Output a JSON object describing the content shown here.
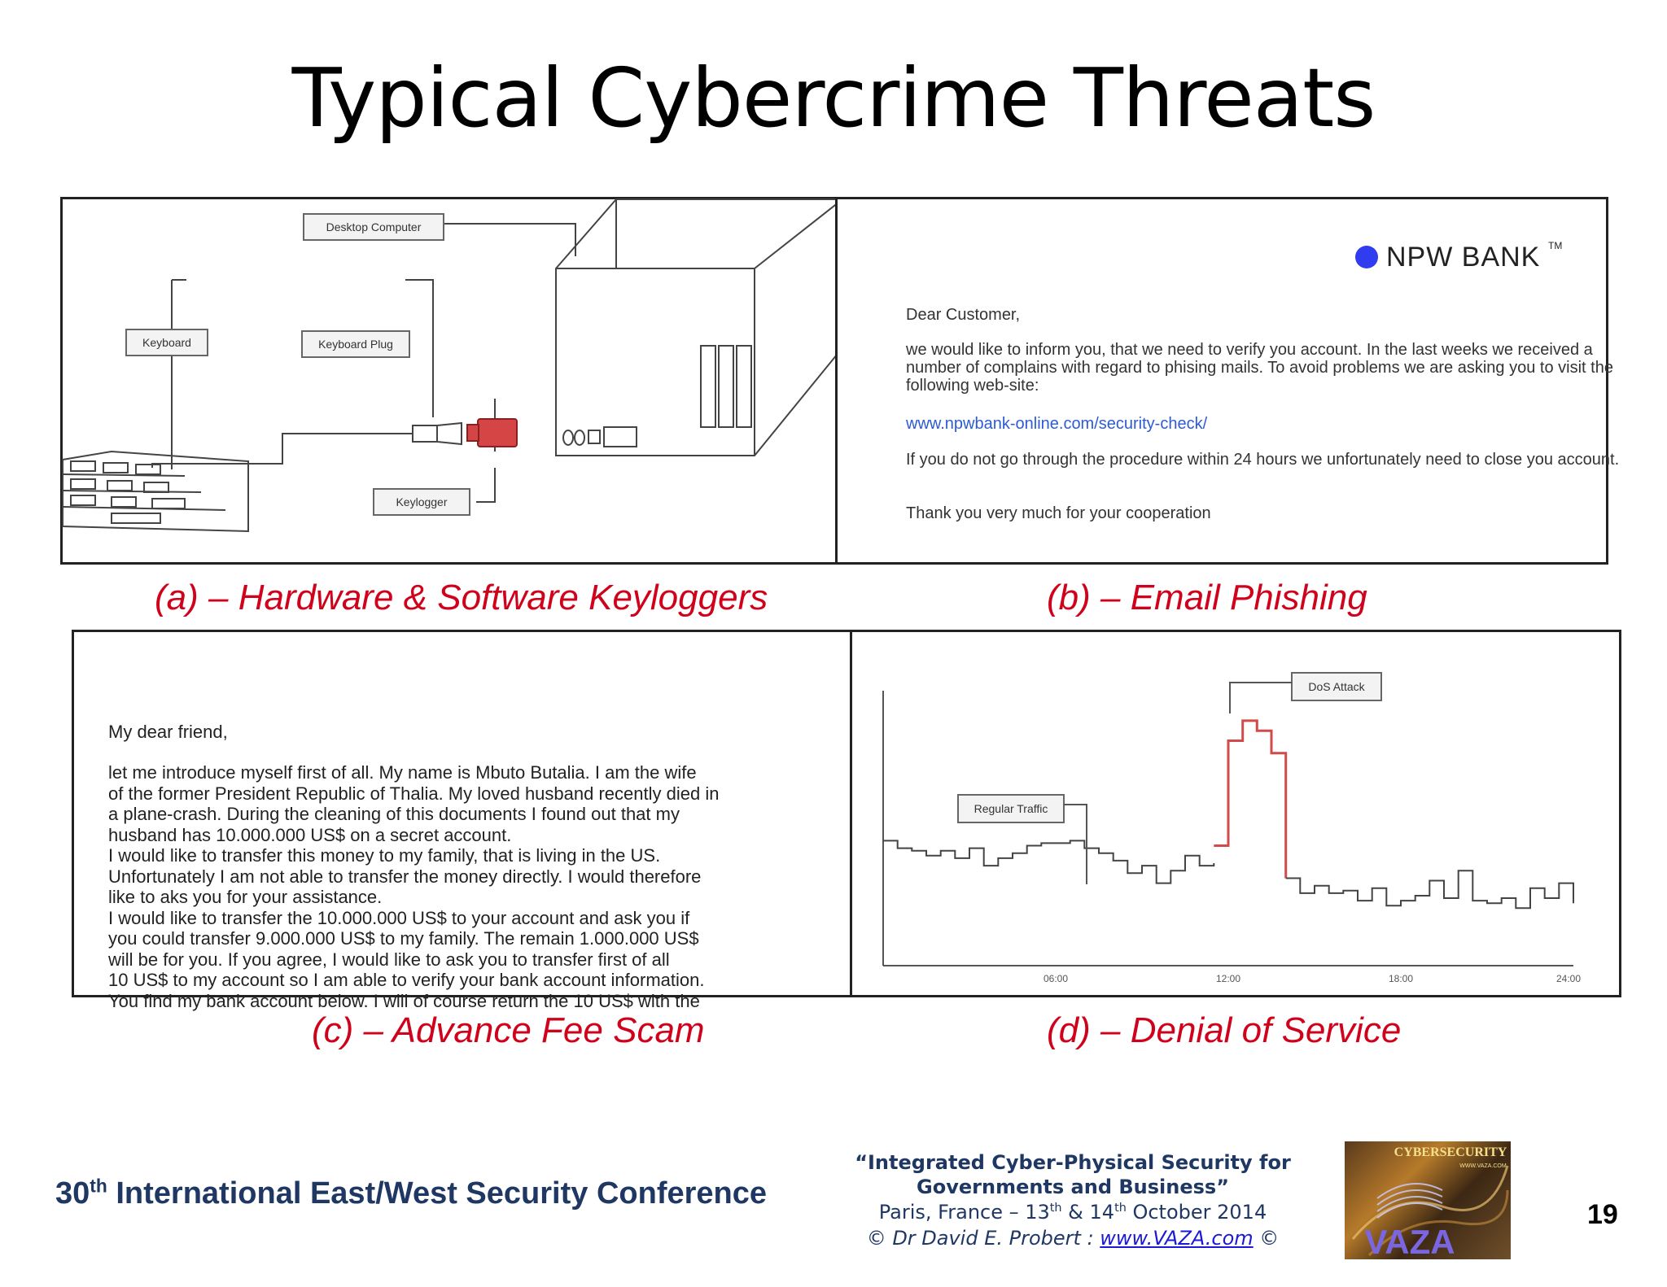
{
  "slide": {
    "title": "Typical Cybercrime Threats",
    "page_number": "19"
  },
  "panels": {
    "keylogger": {
      "caption": "(a) – Hardware & Software Keyloggers",
      "labels": {
        "desktop": "Desktop Computer",
        "keyboard": "Keyboard",
        "keyboard_plug": "Keyboard Plug",
        "keylogger": "Keylogger"
      }
    },
    "phishing": {
      "caption": "(b) – Email Phishing",
      "bank_name": "NPW BANK",
      "trademark": "TM",
      "greeting": "Dear Customer,",
      "para1": "we would like to inform you, that we need to verify you account. In the last weeks we received a number of complains with regard to phising mails. To avoid problems we are asking you to visit the following web-site:",
      "link": "www.npwbank-online.com/security-check/",
      "para2": "If you do not go through the procedure within 24 hours we unfortunately need to close you account.",
      "closing": "Thank you very much for your cooperation"
    },
    "scam": {
      "caption": "(c) – Advance Fee Scam",
      "greeting": "My dear friend,",
      "body": "let me introduce myself first of all. My name is Mbuto Butalia. I am the wife\nof the former President Republic of Thalia. My loved husband recently died in\na plane-crash. During the cleaning of this documents I found out that my\nhusband has 10.000.000 US$ on a secret account.\nI would like to transfer this money to my family, that is living in the US.\nUnfortunately I am not able to transfer the money directly. I would therefore\nlike to aks you for your assistance.\nI would like to transfer the 10.000.000 US$ to your account and ask you if\nyou could transfer 9.000.000 US$ to my family. The remain 1.000.000 US$\nwill be for you. If you agree, I would like to ask you to transfer first of all\n10 US$ to my account so I am able to verify your bank account information.\nYou find my bank account below. I will of course return the 10 US$ with the"
    },
    "dos": {
      "caption": "(d) – Denial of Service",
      "label_attack": "DoS Attack",
      "label_regular": "Regular Traffic",
      "colors": {
        "regular": "#444444",
        "attack": "#d24b4b"
      }
    }
  },
  "footer": {
    "conference_prefix": "30",
    "conference_sup": "th",
    "conference_rest": " International East/West Security Conference",
    "line1": "“Integrated Cyber-Physical Security for",
    "line2": "Governments and Business”",
    "line3_a": "Paris, France – 13",
    "line3_sup1": "th",
    "line3_b": " & 14",
    "line3_sup2": "th",
    "line3_c": " October 2014",
    "line4_a": "©  Dr David E. Probert   :  ",
    "line4_link": "www.VAZA.com",
    "line4_b": "  ©",
    "logo_top": "CYBERSECURITY",
    "logo_small": "WWW.VAZA.COM",
    "logo_bottom": "VAZA"
  },
  "chart_data": {
    "type": "line",
    "title": "",
    "x_tick_labels": [
      "06:00",
      "12:00",
      "18:00",
      "24:00"
    ],
    "xlim": [
      0,
      24
    ],
    "series": [
      {
        "name": "Regular Traffic",
        "x": [
          0,
          0.5,
          1,
          1.5,
          2,
          2.5,
          3,
          3.5,
          4,
          4.5,
          5,
          5.5,
          6,
          6.5,
          7,
          7.5,
          8,
          8.5,
          9,
          9.5,
          10,
          10.5,
          11,
          11.5
        ],
        "y": [
          50,
          47,
          46,
          44,
          46,
          43,
          47,
          40,
          43,
          45,
          48,
          49,
          49,
          50,
          47,
          45,
          42,
          37,
          40,
          33,
          38,
          44,
          40,
          41
        ]
      },
      {
        "name": "DoS Attack",
        "x": [
          11.5,
          12,
          12.5,
          13,
          13.5,
          14
        ],
        "y": [
          48,
          90,
          98,
          94,
          85,
          35
        ]
      },
      {
        "name": "",
        "x": [
          14,
          14.5,
          15,
          15.5,
          16,
          16.5,
          17,
          17.5,
          18,
          18.5,
          19,
          19.5,
          20,
          20.5,
          21,
          21.5,
          22,
          22.5,
          23,
          23.5,
          24
        ],
        "y": [
          35,
          29,
          32,
          29,
          30,
          26,
          31,
          24,
          26,
          28,
          34,
          27,
          38,
          26,
          25,
          27,
          23,
          31,
          27,
          33,
          25
        ]
      }
    ]
  }
}
